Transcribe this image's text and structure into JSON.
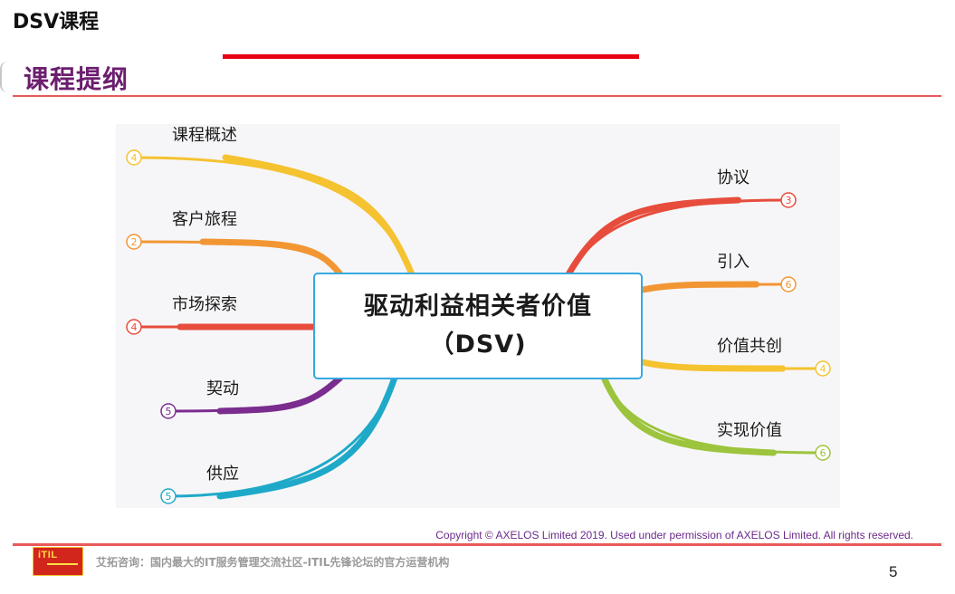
{
  "header": {
    "app_title": "DSV课程"
  },
  "slide": {
    "title": "课程提纲"
  },
  "mindmap": {
    "center": {
      "label": "驱动利益相关者价值（DSV)",
      "border_color": "#36a9e1"
    },
    "branches": [
      {
        "id": "overview",
        "label": "课程概述",
        "count": "4",
        "color": "#f5c230",
        "side": "left"
      },
      {
        "id": "journey",
        "label": "客户旅程",
        "count": "2",
        "color": "#f29634",
        "side": "left"
      },
      {
        "id": "explore",
        "label": "市场探索",
        "count": "4",
        "color": "#e74c3c",
        "side": "left"
      },
      {
        "id": "engage",
        "label": "契动",
        "count": "5",
        "color": "#7b2c8f",
        "side": "left"
      },
      {
        "id": "offer",
        "label": "供应",
        "count": "5",
        "color": "#1fa9c9",
        "side": "left"
      },
      {
        "id": "agree",
        "label": "协议",
        "count": "3",
        "color": "#e74c3c",
        "side": "right"
      },
      {
        "id": "onboard",
        "label": "引入",
        "count": "6",
        "color": "#f29634",
        "side": "right"
      },
      {
        "id": "cocreate",
        "label": "价值共创",
        "count": "4",
        "color": "#f5c230",
        "side": "right"
      },
      {
        "id": "realize",
        "label": "实现价值",
        "count": "6",
        "color": "#9cc43c",
        "side": "right"
      }
    ]
  },
  "footer": {
    "copyright": "Copyright © AXELOS Limited 2019. Used under permission of AXELOS Limited. All rights reserved.",
    "logo_text": "iTIL",
    "org_text": "艾拓咨询：国内最大的IT服务管理交流社区-ITIL先锋论坛的官方运营机构",
    "page_number": "5"
  },
  "colors": {
    "slide_title": "#6b1e6e",
    "accent_red": "#e60012",
    "rule_red": "#e85a5a"
  }
}
